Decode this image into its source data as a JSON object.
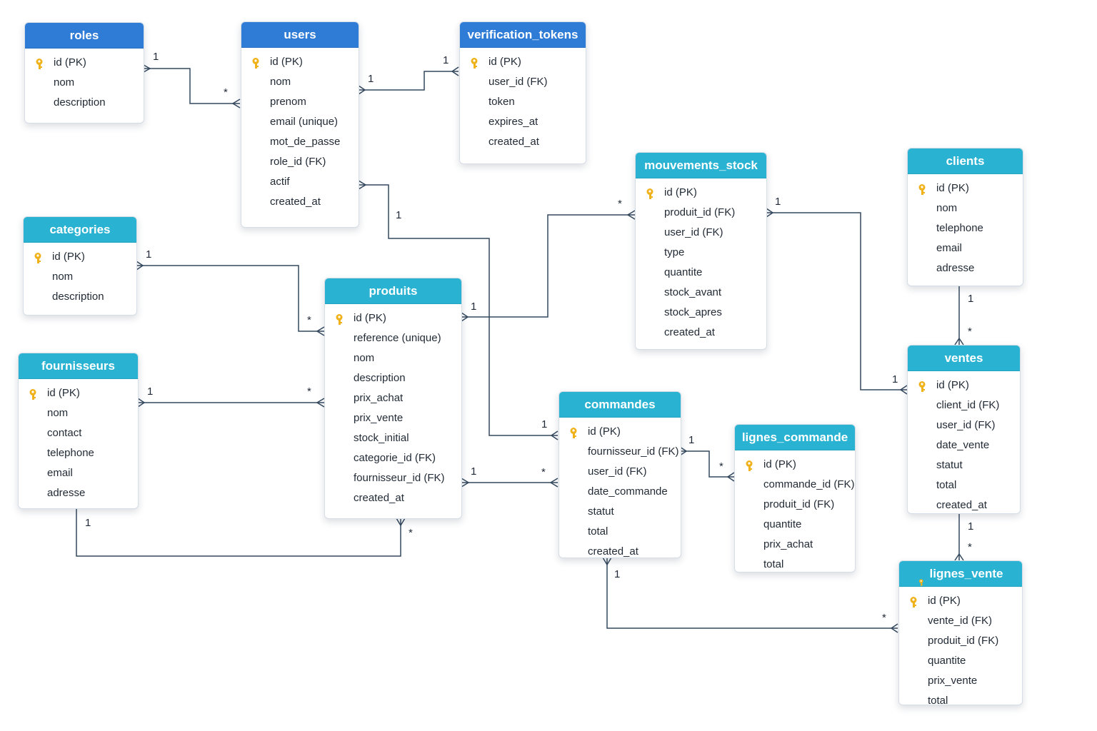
{
  "colors": {
    "header_blue": "#2f7cd6",
    "header_teal": "#29b2d1",
    "line": "#34495e",
    "key": "#f0b21b"
  },
  "entities": {
    "roles": {
      "title": "roles",
      "fields": [
        "id (PK)",
        "nom",
        "description"
      ]
    },
    "users": {
      "title": "users",
      "fields": [
        "id (PK)",
        "nom",
        "prenom",
        "email (unique)",
        "mot_de_passe",
        "role_id (FK)",
        "actif",
        "created_at"
      ]
    },
    "verification_tokens": {
      "title": "verification_tokens",
      "fields": [
        "id (PK)",
        "user_id (FK)",
        "token",
        "expires_at",
        "created_at"
      ]
    },
    "categories": {
      "title": "categories",
      "fields": [
        "id (PK)",
        "nom",
        "description"
      ]
    },
    "produits": {
      "title": "produits",
      "fields": [
        "id (PK)",
        "reference (unique)",
        "nom",
        "description",
        "prix_achat",
        "prix_vente",
        "stock_initial",
        "categorie_id (FK)",
        "fournisseur_id (FK)",
        "created_at"
      ]
    },
    "fournisseurs": {
      "title": "fournisseurs",
      "fields": [
        "id (PK)",
        "nom",
        "contact",
        "telephone",
        "email",
        "adresse"
      ]
    },
    "mouvements_stock": {
      "title": "mouvements_stock",
      "fields": [
        "id (PK)",
        "produit_id (FK)",
        "user_id (FK)",
        "type",
        "quantite",
        "stock_avant",
        "stock_apres",
        "created_at"
      ]
    },
    "clients": {
      "title": "clients",
      "fields": [
        "id (PK)",
        "nom",
        "telephone",
        "email",
        "adresse"
      ]
    },
    "ventes": {
      "title": "ventes",
      "fields": [
        "id (PK)",
        "client_id (FK)",
        "user_id (FK)",
        "date_vente",
        "statut",
        "total",
        "created_at"
      ]
    },
    "commandes": {
      "title": "commandes",
      "fields": [
        "id (PK)",
        "fournisseur_id (FK)",
        "user_id (FK)",
        "date_commande",
        "statut",
        "total",
        "created_at"
      ]
    },
    "lignes_commande": {
      "title": "lignes_commande",
      "fields": [
        "id (PK)",
        "commande_id (FK)",
        "produit_id (FK)",
        "quantite",
        "prix_achat",
        "total"
      ]
    },
    "lignes_vente": {
      "title": "lignes_vente",
      "fields": [
        "id (PK)",
        "vente_id (FK)",
        "produit_id (FK)",
        "quantite",
        "prix_vente",
        "total"
      ]
    }
  },
  "relationships": [
    {
      "from": "roles",
      "to": "users",
      "from_card": "1",
      "to_card": "*"
    },
    {
      "from": "users",
      "to": "verification_tokens",
      "from_card": "1",
      "to_card": "1"
    },
    {
      "from": "users",
      "to": "commandes",
      "from_card": "1",
      "to_card": "1"
    },
    {
      "from": "categories",
      "to": "produits",
      "from_card": "1",
      "to_card": "*"
    },
    {
      "from": "fournisseurs",
      "to": "produits",
      "from_card": "1",
      "to_card": "*"
    },
    {
      "from": "fournisseurs",
      "to": "produits",
      "from_card": "1",
      "to_card": "*"
    },
    {
      "from": "produits",
      "to": "mouvements_stock",
      "from_card": "1",
      "to_card": "*"
    },
    {
      "from": "mouvements_stock",
      "to": "ventes",
      "from_card": "1",
      "to_card": "1"
    },
    {
      "from": "produits",
      "to": "commandes",
      "from_card": "1",
      "to_card": "*"
    },
    {
      "from": "commandes",
      "to": "lignes_commande",
      "from_card": "1",
      "to_card": "*"
    },
    {
      "from": "commandes",
      "to": "lignes_vente",
      "from_card": "1",
      "to_card": "*"
    },
    {
      "from": "clients",
      "to": "ventes",
      "from_card": "1",
      "to_card": "*"
    },
    {
      "from": "ventes",
      "to": "lignes_vente",
      "from_card": "1",
      "to_card": "*"
    }
  ]
}
